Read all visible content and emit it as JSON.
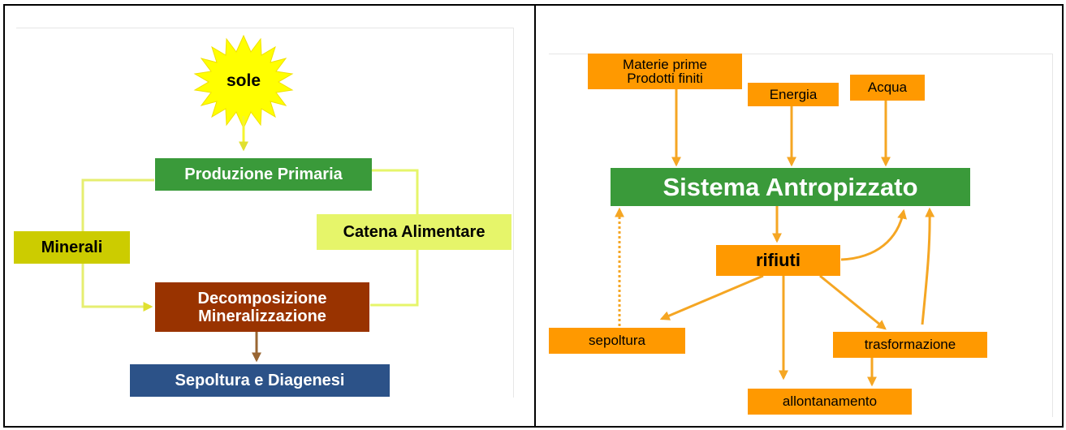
{
  "left_diagram": {
    "sun": "sole",
    "primary_production": "Produzione Primaria",
    "minerals": "Minerali",
    "food_chain": "Catena Alimentare",
    "decomposition_line1": "Decomposizione",
    "decomposition_line2": "Mineralizzazione",
    "burial": "Sepoltura e Diagenesi"
  },
  "right_diagram": {
    "raw_materials_line1": "Materie prime",
    "raw_materials_line2": "Prodotti finiti",
    "energy": "Energia",
    "water": "Acqua",
    "system": "Sistema Antropizzato",
    "waste": "rifiuti",
    "burial": "sepoltura",
    "transformation": "trasformazione",
    "removal": "allontanamento"
  },
  "colors": {
    "green": "#3a9a3a",
    "lime": "#e6f56a",
    "mustard": "#cccc00",
    "rust": "#993300",
    "navy": "#2c5288",
    "sun": "#ffff00",
    "orange": "#ff9900",
    "arrow_orange": "#f5a623"
  }
}
